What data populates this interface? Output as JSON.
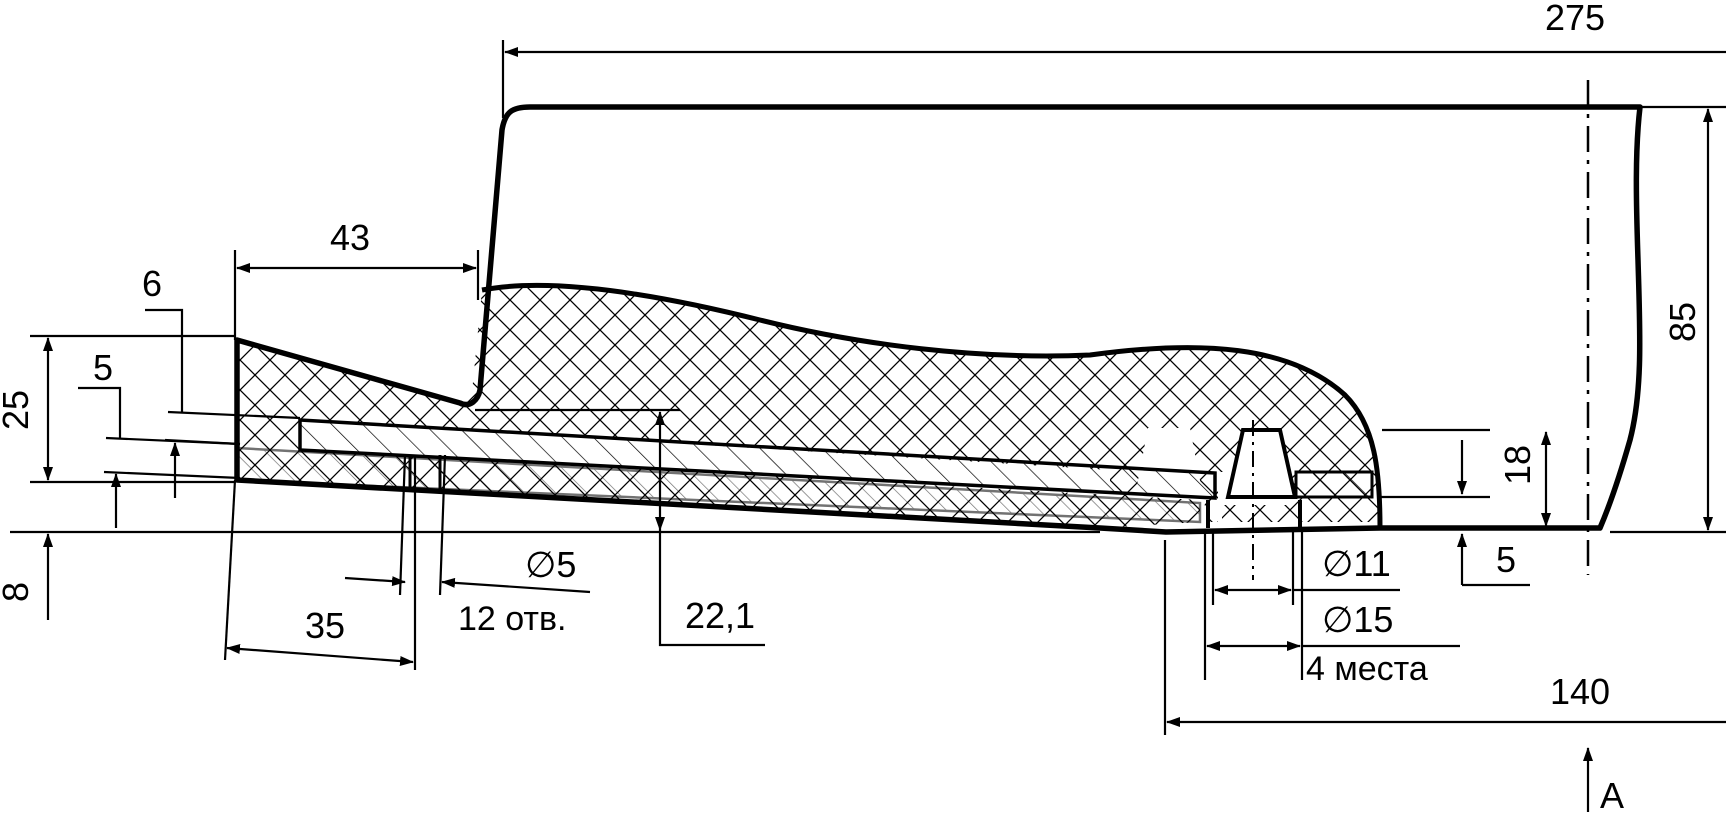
{
  "dimensions": {
    "overall_length": "275",
    "height": "85",
    "step_length": "43",
    "front_height": "25",
    "base_thickness": "8",
    "dim_6": "6",
    "dim_5_left": "5",
    "hole_pitch_start": "35",
    "hole_diameter": "∅5",
    "hole_count": "12 отв.",
    "offset": "22,1",
    "bore_small": "∅11",
    "bore_large": "∅15",
    "bore_count": "4 места",
    "boss_height": "18",
    "dim_5_right": "5",
    "boss_distance": "140",
    "view_label": "A"
  },
  "colors": {
    "line": "#000000",
    "background": "#ffffff"
  }
}
